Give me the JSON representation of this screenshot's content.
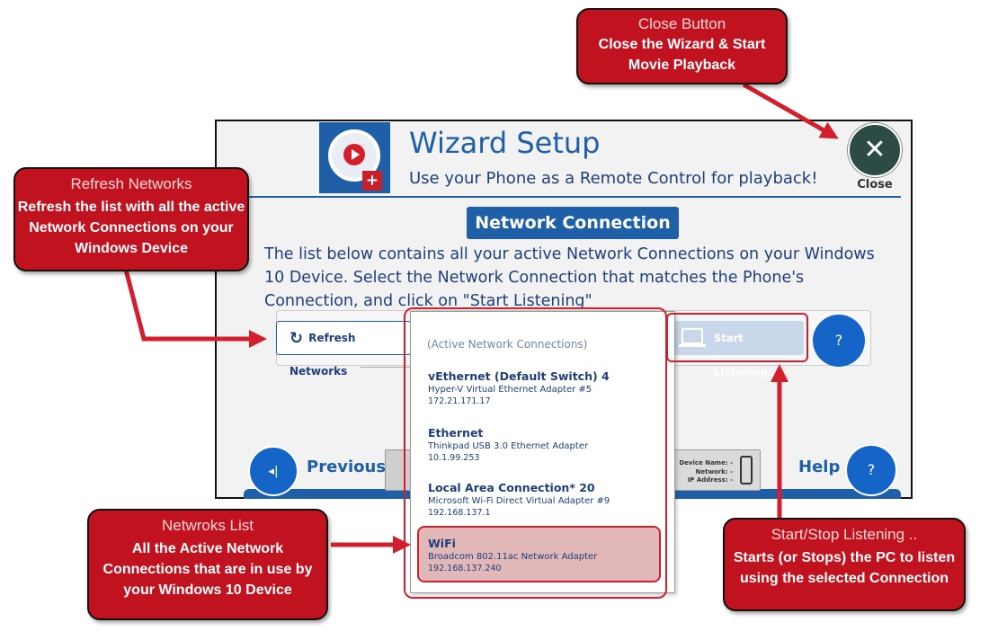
{
  "wizard": {
    "title": "Wizard Setup",
    "subtitle": "Use your Phone as a Remote Control for playback!",
    "close_label": "Close",
    "close_glyph": "✕",
    "section_title": "Network Connection",
    "description": "The list below contains all your active Network Connections on your Windows 10 Device. Select the Network Connection that matches the Phone's Connection, and click on \"Start Listening\"",
    "refresh_label": "Refresh Networks",
    "start_label": "Start Listening..",
    "help_q": "?",
    "footer": {
      "previous_label": "Previous",
      "help_label": "Help",
      "help_q": "?",
      "prev_glyph": "◂|",
      "device_name": "Device Name: -",
      "network": "Network: -",
      "ip_address": "IP Address: -"
    }
  },
  "dropdown": {
    "header": "(Active Network Connections)",
    "items": [
      {
        "name": "vEthernet (Default Switch) 4",
        "adapter": "Hyper-V Virtual Ethernet Adapter #5",
        "ip": "172.21.171.17"
      },
      {
        "name": "Ethernet",
        "adapter": "Thinkpad USB 3.0 Ethernet Adapter",
        "ip": "10.1.99.253"
      },
      {
        "name": "Local Area Connection* 20",
        "adapter": "Microsoft Wi-Fi Direct Virtual Adapter #9",
        "ip": "192.168.137.1"
      },
      {
        "name": "WiFi",
        "adapter": "Broadcom 802.11ac Network Adapter",
        "ip": "192.168.137.240"
      }
    ],
    "selected_index": 3
  },
  "callouts": {
    "close": {
      "heading": "Close Button",
      "body": "Close the Wizard & Start Movie Playback"
    },
    "refresh": {
      "heading": "Refresh Networks",
      "body": "Refresh the list with all the active Network Connections on your Windows Device"
    },
    "list": {
      "heading": "Netwroks List",
      "body": "All the Active Network Connections that are in use by your Windows 10 Device"
    },
    "start": {
      "heading": "Start/Stop Listening ..",
      "body": "Starts (or Stops) the PC to  listen using the selected Connection"
    }
  },
  "icons": [
    "app-logo-icon",
    "close-icon",
    "refresh-icon",
    "laptop-icon",
    "phone-icon",
    "previous-icon"
  ],
  "colors": {
    "accent": "#1f5fa8",
    "callout": "#c1121f",
    "selected_row": "#e2b7b7"
  }
}
